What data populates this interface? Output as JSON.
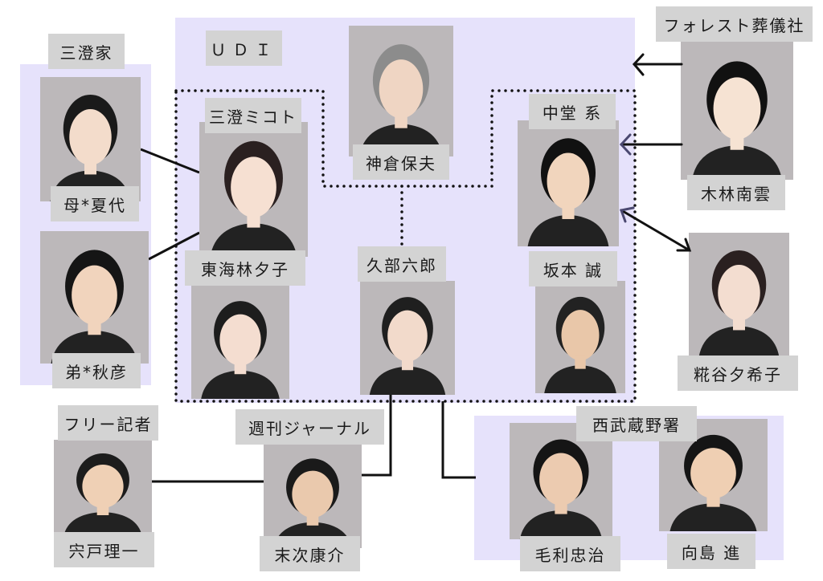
{
  "groups": {
    "misumi_family": "三澄家",
    "udi": "ＵＤＩ",
    "forest_funeral": "フォレスト葬儀社",
    "freelance": "フリー記者",
    "weekly_journal": "週刊ジャーナル",
    "nishimusashino_police": "西武蔵野署"
  },
  "people": {
    "natsuyo": "母*夏代",
    "akihiko": "弟*秋彦",
    "mikoto": "三澄ミコト",
    "shoji": "東海林夕子",
    "kamikura": "神倉保夫",
    "kube": "久部六郎",
    "nakado": "中堂 系",
    "sakamoto": "坂本 誠",
    "kibayashi": "木林南雲",
    "kojiya": "糀谷夕希子",
    "shishido": "宍戸理一",
    "suetsugu": "末次康介",
    "mouri": "毛利忠治",
    "mukoujima": "向島 進"
  },
  "colors": {
    "group_bg": "#e6e2fb",
    "label_bg": "#d3d3d3",
    "photo_bg": "#a9a5a6",
    "line": "#111111"
  }
}
